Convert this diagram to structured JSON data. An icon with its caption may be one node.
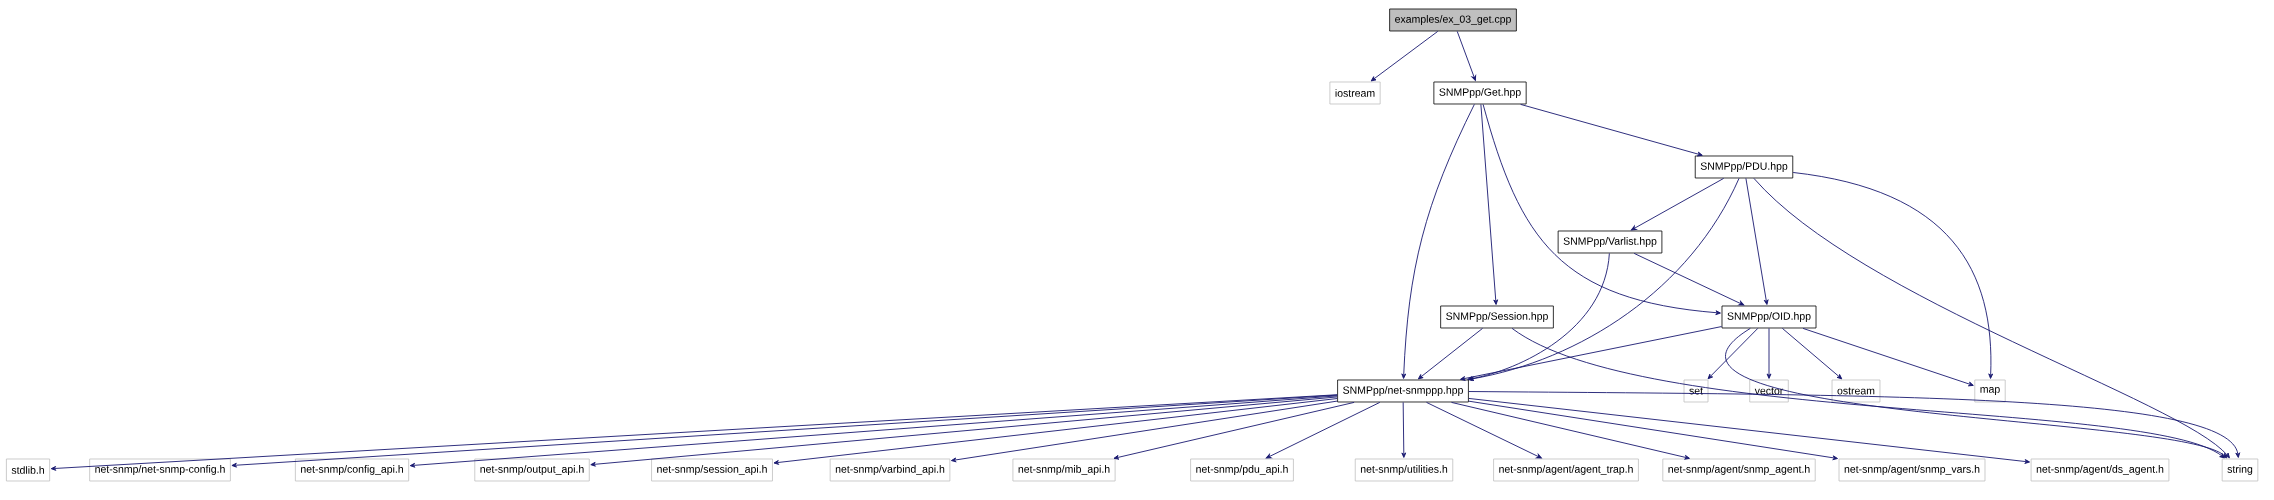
{
  "diagram": {
    "nodes": [
      {
        "text": [
          "examples/ex_03_get.cpp"
        ]
      },
      {
        "text": [
          "iostream"
        ]
      },
      {
        "text": [
          "SNMPpp/Get.hpp"
        ]
      },
      {
        "text": [
          "SNMPpp/PDU.hpp"
        ]
      },
      {
        "text": [
          "SNMPpp/Varlist.hpp"
        ]
      },
      {
        "text": [
          "SNMPpp/Session.hpp"
        ]
      },
      {
        "text": [
          "SNMPpp/OID.hpp"
        ]
      },
      {
        "text": [
          "SNMPpp/net-snmppp.hpp"
        ]
      },
      {
        "text": [
          "set"
        ]
      },
      {
        "text": [
          "vector"
        ]
      },
      {
        "text": [
          "ostream"
        ]
      },
      {
        "text": [
          "map"
        ]
      },
      {
        "text": [
          "stdlib.h"
        ]
      },
      {
        "text": [
          "net-snmp/net-snmp-config.h"
        ]
      },
      {
        "text": [
          "net-snmp/config_api.h"
        ]
      },
      {
        "text": [
          "net-snmp/output_api.h"
        ]
      },
      {
        "text": [
          "net-snmp/session_api.h"
        ]
      },
      {
        "text": [
          "net-snmp/varbind_api.h"
        ]
      },
      {
        "text": [
          "net-snmp/mib_api.h"
        ]
      },
      {
        "text": [
          "net-snmp/pdu_api.h"
        ]
      },
      {
        "text": [
          "net-snmp/utilities.h"
        ]
      },
      {
        "text": [
          "net-snmp/agent/agent_trap.h"
        ]
      },
      {
        "text": [
          "net-snmp/agent/snmp_agent.h"
        ]
      },
      {
        "text": [
          "net-snmp/agent/snmp_vars.h"
        ]
      },
      {
        "text": [
          "net-snmp/agent/ds_agent.h"
        ]
      },
      {
        "text": [
          "string"
        ]
      }
    ],
    "edges": [
      {
        "from": 0,
        "to": 1,
        "arrow": "to"
      },
      {
        "from": 0,
        "to": 2,
        "arrow": "to"
      },
      {
        "from": 2,
        "to": 3,
        "arrow": "to"
      },
      {
        "from": 2,
        "to": 7,
        "arrow": "to"
      },
      {
        "from": 2,
        "to": 5,
        "arrow": "to"
      },
      {
        "from": 2,
        "to": 6,
        "arrow": "to"
      },
      {
        "from": 3,
        "to": 4,
        "arrow": "to"
      },
      {
        "from": 3,
        "to": 7,
        "arrow": "to"
      },
      {
        "from": 3,
        "to": 6,
        "arrow": "to"
      },
      {
        "from": 3,
        "to": 25,
        "arrow": "to"
      },
      {
        "from": 3,
        "to": 11,
        "arrow": "to"
      },
      {
        "from": 4,
        "to": 6,
        "arrow": "to"
      },
      {
        "from": 4,
        "to": 7,
        "arrow": "to"
      },
      {
        "from": 5,
        "to": 7,
        "arrow": "to"
      },
      {
        "from": 5,
        "to": 25,
        "arrow": "to"
      },
      {
        "from": 6,
        "to": 7,
        "arrow": "to"
      },
      {
        "from": 6,
        "to": 8,
        "arrow": "to"
      },
      {
        "from": 6,
        "to": 9,
        "arrow": "to"
      },
      {
        "from": 6,
        "to": 10,
        "arrow": "to"
      },
      {
        "from": 6,
        "to": 11,
        "arrow": "to"
      },
      {
        "from": 6,
        "to": 25,
        "arrow": "to"
      },
      {
        "from": 7,
        "to": 12,
        "arrow": "to"
      },
      {
        "from": 7,
        "to": 13,
        "arrow": "to"
      },
      {
        "from": 7,
        "to": 14,
        "arrow": "to"
      },
      {
        "from": 7,
        "to": 15,
        "arrow": "to"
      },
      {
        "from": 7,
        "to": 16,
        "arrow": "to"
      },
      {
        "from": 7,
        "to": 17,
        "arrow": "to"
      },
      {
        "from": 7,
        "to": 18,
        "arrow": "to"
      },
      {
        "from": 7,
        "to": 19,
        "arrow": "to"
      },
      {
        "from": 7,
        "to": 20,
        "arrow": "to"
      },
      {
        "from": 7,
        "to": 21,
        "arrow": "to"
      },
      {
        "from": 7,
        "to": 22,
        "arrow": "to"
      },
      {
        "from": 7,
        "to": 23,
        "arrow": "to"
      },
      {
        "from": 7,
        "to": 24,
        "arrow": "to"
      },
      {
        "from": 7,
        "to": 25,
        "arrow": "to"
      }
    ]
  }
}
